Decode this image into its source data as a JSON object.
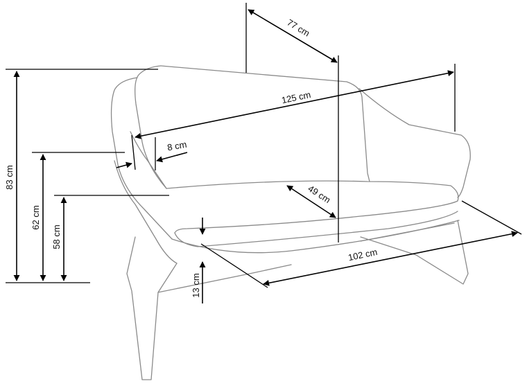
{
  "labels": {
    "depth": "77 cm",
    "width": "125 cm",
    "armrest": "8 cm",
    "height": "83 cm",
    "arm_height": "62 cm",
    "seat_height": "58 cm",
    "seat_depth": "49 cm",
    "base_width": "102 cm",
    "clearance": "13 cm"
  },
  "colors": {
    "outline": "#8a8a8a",
    "dimension": "#000000"
  }
}
